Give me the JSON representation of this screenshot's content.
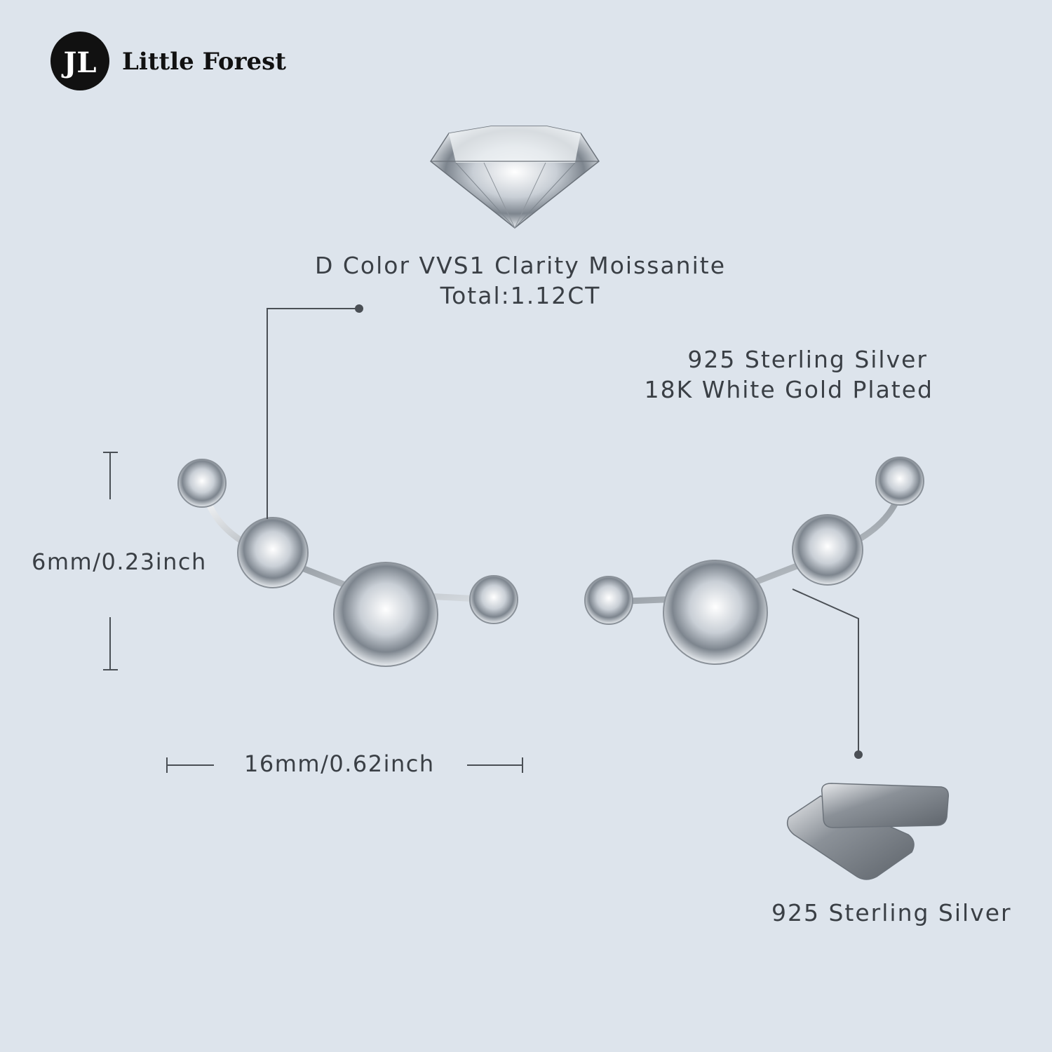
{
  "brand": {
    "name": "Little Forest",
    "logo_mark": "JL"
  },
  "stone_spec": {
    "line1": "D Color VVS1 Clarity Moissanite",
    "line2": "Total:1.12CT"
  },
  "metal_spec": {
    "line1": "925 Sterling Silver",
    "line2": "18K White Gold Plated"
  },
  "post_spec": {
    "label": "925 Sterling Silver"
  },
  "dimensions": {
    "height": "6mm/0.23inch",
    "width": "16mm/0.62inch"
  },
  "colors": {
    "background": "#dde4ec",
    "text": "#3a3f45",
    "logo": "#111111",
    "line": "#4a4f55"
  }
}
